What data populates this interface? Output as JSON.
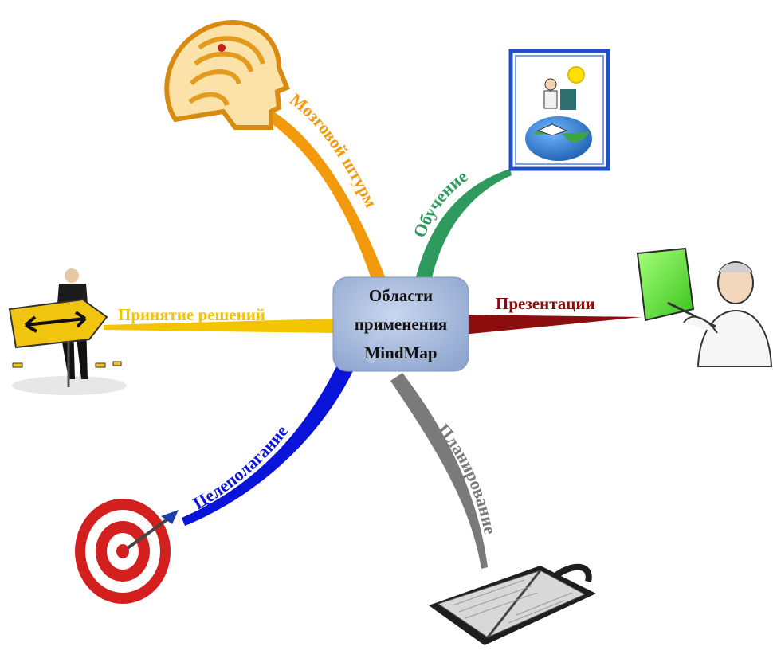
{
  "center": {
    "lines": [
      "Области",
      "применения",
      "MindMap"
    ],
    "fill": "#9fb3d6",
    "text_color": "#111111"
  },
  "branches": {
    "brainstorm": {
      "label": "Мозговой штурм",
      "color": "#f39a0c",
      "icon": "head-maze-icon"
    },
    "learning": {
      "label": "Обучение",
      "color": "#2e9a5e",
      "icon": "globe-learner-icon"
    },
    "presentation": {
      "label": "Презентации",
      "color": "#8b0d0d",
      "icon": "presenter-icon"
    },
    "planning": {
      "label": "Планирование",
      "color": "#7a7a7a",
      "icon": "planner-organizer-icon"
    },
    "goal": {
      "label": "Целеполагание",
      "color": "#0a14d8",
      "icon": "target-dart-icon"
    },
    "decision": {
      "label": "Принятие решений",
      "color": "#f5c400",
      "icon": "crossroads-sign-icon"
    }
  }
}
